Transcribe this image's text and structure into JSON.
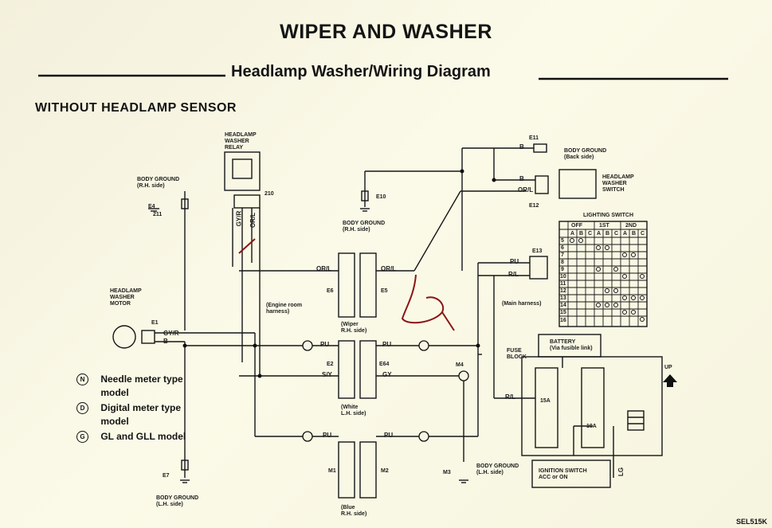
{
  "header": {
    "title": "WIPER AND WASHER",
    "subtitle": "Headlamp Washer/Wiring Diagram",
    "section": "WITHOUT HEADLAMP SENSOR"
  },
  "components": {
    "relay": "HEADLAMP\nWASHER\nRELAY",
    "motor": "HEADLAMP\nWASHER\nMOTOR",
    "washer_switch": "HEADLAMP\nWASHER\nSWITCH",
    "lighting_switch": "LIGHTING SWITCH",
    "battery": "BATTERY\n(Via fusible link)",
    "fuse_block": "FUSE\nBLOCK",
    "ignition_switch": "IGNITION SWITCH\nACC or ON",
    "up": "UP"
  },
  "grounds": {
    "rh_top": "BODY GROUND\n(R.H. side)",
    "rh_mid": "BODY GROUND\n(R.H. side)",
    "back": "BODY GROUND\n(Back side)",
    "lh_left": "BODY GROUND\n(L.H. side)",
    "lh_right": "BODY GROUND\n(L.H. side)"
  },
  "harness_labels": {
    "engine_room": "(Engine room\nharness)",
    "wiper": "(Wiper\nR.H. side)",
    "white": "(White\nL.H. side)",
    "main": "(Main harness)",
    "blue": "(Blue\nR.H. side)"
  },
  "wire_colors": {
    "gyr": "GY/R",
    "b": "B",
    "orl": "OR/L",
    "pu": "PU",
    "rl": "R/L",
    "gy": "GY",
    "sy": "S/Y",
    "lg": "LG"
  },
  "connectors": {
    "c1": "210",
    "c2": "211",
    "c3": "E10",
    "c4": "E11",
    "c5": "E12",
    "c6": "E13",
    "c7": "E6",
    "c8": "E5",
    "c9": "E64",
    "c10": "E1",
    "c11": "M1",
    "c12": "M2",
    "c13": "E7",
    "c14": "M3",
    "c15": "E2",
    "c16": "M4",
    "c17": "E4"
  },
  "fuse": {
    "f1": "15A",
    "f2": "10A"
  },
  "lighting_table": {
    "positions": [
      "OFF",
      "1ST",
      "2ND"
    ],
    "subcols": [
      "A",
      "B",
      "C",
      "A",
      "B",
      "C",
      "A",
      "B",
      "C"
    ],
    "rows": [
      "5",
      "6",
      "7",
      "8",
      "9",
      "10",
      "11",
      "12",
      "13",
      "14",
      "15",
      "16"
    ]
  },
  "legend": [
    {
      "symbol": "N",
      "text": "Needle meter type model"
    },
    {
      "symbol": "D",
      "text": "Digital meter type model"
    },
    {
      "symbol": "G",
      "text": "GL and GLL model"
    }
  ],
  "footer": {
    "code": "SEL515K"
  },
  "colors": {
    "ink": "#141414",
    "paper": "#f7f6e2",
    "marker": "#8a1515"
  }
}
